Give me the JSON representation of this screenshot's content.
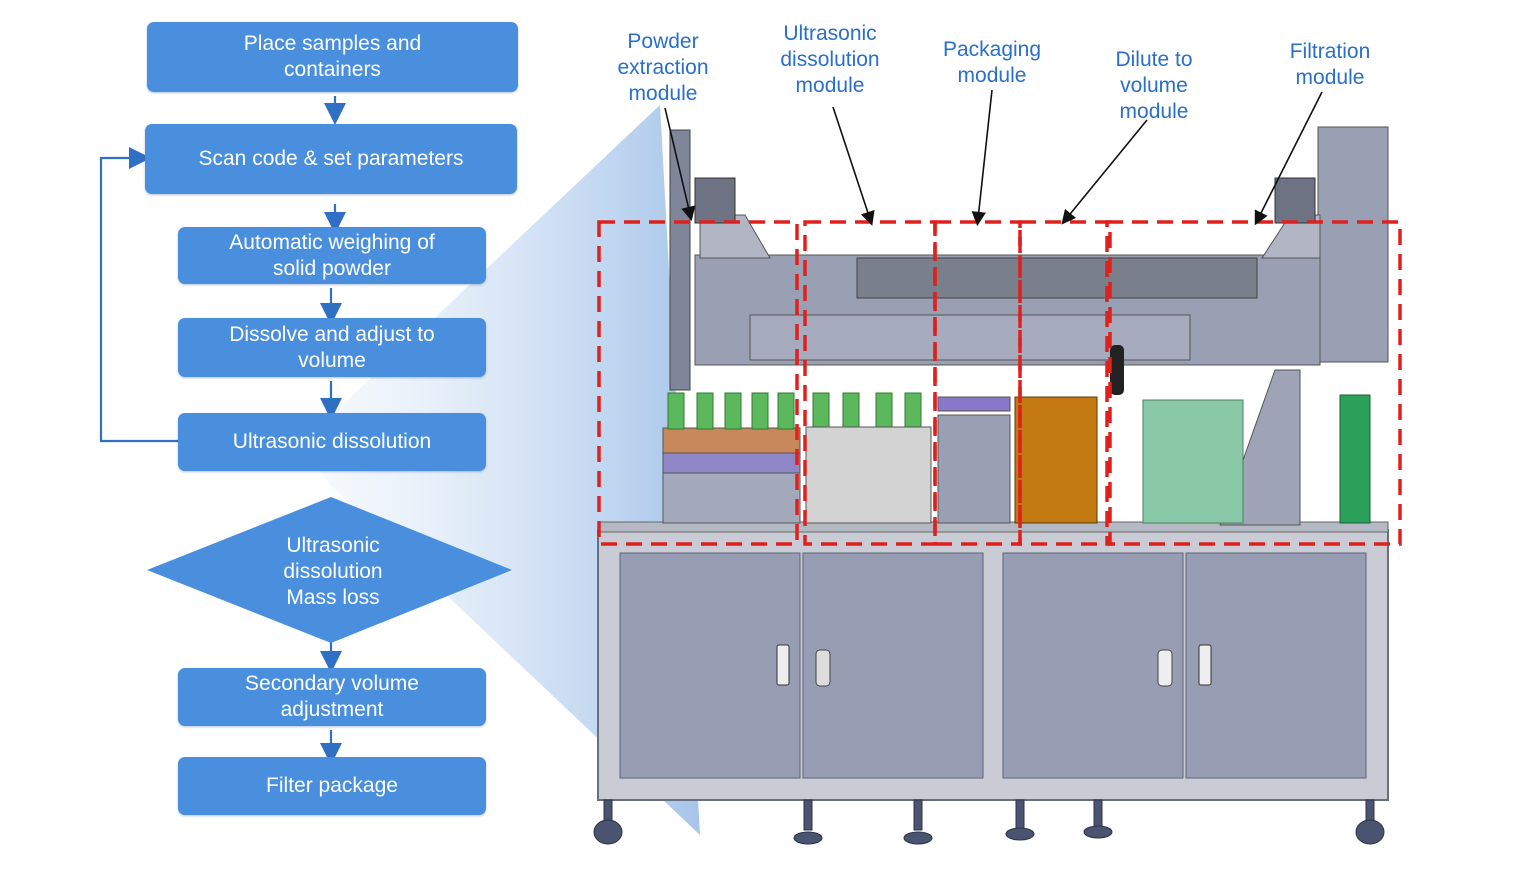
{
  "flowchart": {
    "steps": [
      {
        "label": "Place samples and\ncontainers"
      },
      {
        "label": "Scan code & set parameters"
      },
      {
        "label": "Automatic weighing of\nsolid powder"
      },
      {
        "label": "Dissolve and adjust to\nvolume"
      },
      {
        "label": "Ultrasonic dissolution"
      },
      {
        "label": "Secondary volume\nadjustment"
      },
      {
        "label": "Filter package"
      }
    ],
    "decision": {
      "label": "Ultrasonic\ndissolution\nMass loss"
    }
  },
  "machine": {
    "modules": [
      {
        "label": "Powder\nextraction\nmodule"
      },
      {
        "label": "Ultrasonic\ndissolution\nmodule"
      },
      {
        "label": "Packaging\nmodule"
      },
      {
        "label": "Dilute to\nvolume\nmodule"
      },
      {
        "label": "Filtration\nmodule"
      }
    ]
  },
  "colors": {
    "box": "#4a8fde",
    "arrow": "#2f6fc4",
    "label": "#2a6fc9",
    "highlight": "#e0201c",
    "machine_gray": "#9aa0b4"
  }
}
